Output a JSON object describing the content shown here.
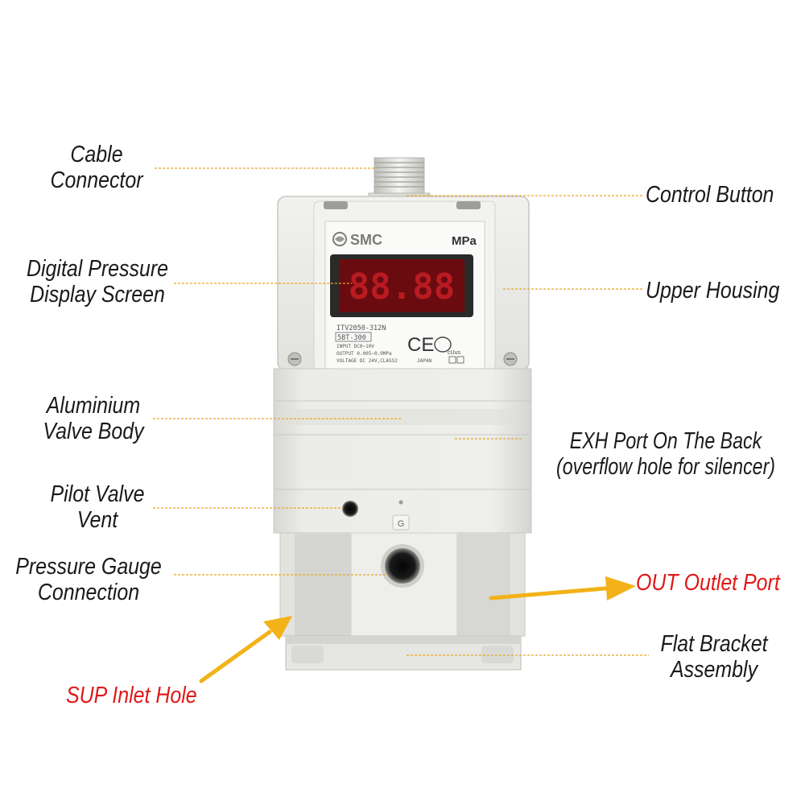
{
  "device": {
    "brand": "SMC",
    "unit": "MPa",
    "display_readout": "88.88",
    "model": "ITV2050-312N",
    "serial": "5BT-300",
    "spec_input": "INPUT DC0~10V",
    "spec_output": "OUTPUT 0.005~0.9MPa",
    "spec_voltage": "VOLTAGE DC 24V,CLASS2",
    "origin": "JAPAN",
    "ce_mark": "CE",
    "ul_mark": "cUus",
    "port_letter": "G"
  },
  "labels": {
    "cable_connector_1": "Cable",
    "cable_connector_2": "Connector",
    "control_button": "Control Button",
    "digital_display_1": "Digital Pressure",
    "digital_display_2": "Display Screen",
    "upper_housing": "Upper Housing",
    "aluminium_body_1": "Aluminium",
    "aluminium_body_2": "Valve Body",
    "exh_port_1": "EXH Port On The Back",
    "exh_port_2": "(overflow hole for silencer)",
    "pilot_vent_1": "Pilot Valve",
    "pilot_vent_2": "Vent",
    "gauge_connection_1": "Pressure Gauge",
    "gauge_connection_2": "Connection",
    "out_port": "OUT Outlet Port",
    "bracket_1": "Flat Bracket",
    "bracket_2": "Assembly",
    "sup_inlet": "SUP Inlet Hole"
  },
  "colors": {
    "body": "#e9e9e5",
    "body_shadow": "#cfd0cb",
    "display_bg": "#7a0d12",
    "display_glow": "#d1232a",
    "leader_line": "#e8a623",
    "arrow": "#f2b218",
    "red_label": "#e01818"
  }
}
